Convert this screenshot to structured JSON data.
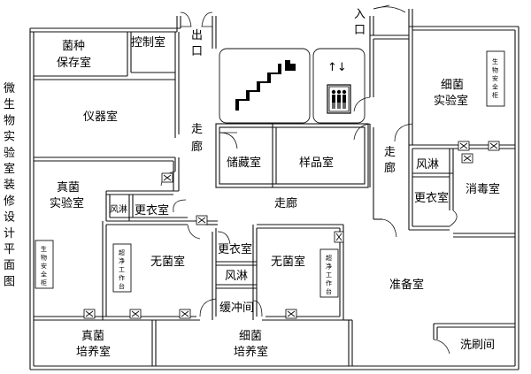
{
  "title": [
    "微",
    "生",
    "物",
    "实",
    "验",
    "室",
    "装",
    "修",
    "设",
    "计",
    "平",
    "面",
    "图"
  ],
  "rooms": {
    "strain_storage": [
      "菌种",
      "保存室"
    ],
    "control_room": "控制室",
    "exit": [
      "出",
      "口"
    ],
    "entrance": [
      "入",
      "口"
    ],
    "instrument_room": "仪器室",
    "corridor_vertical": [
      "走",
      "廊"
    ],
    "storage_room": "储藏室",
    "sample_room": "样品室",
    "corridor_right": [
      "走",
      "廊"
    ],
    "bacteria_lab": [
      "细菌",
      "实验室"
    ],
    "air_shower_right": "风淋",
    "changing_right": [
      "更衣室"
    ],
    "disinfection_room": "消毒室",
    "fungi_lab": [
      "真菌",
      "实验室"
    ],
    "air_shower_left": "风淋",
    "changing_left": "更衣室",
    "corridor_main": "走廊",
    "sterile_left": "无菌室",
    "changing_center": "更衣室",
    "air_shower_center": "风淋",
    "buffer_room": "缓冲间",
    "sterile_right": "无菌室",
    "prep_room": "准备室",
    "fungi_culture": [
      "真菌",
      "培养室"
    ],
    "bacteria_culture": [
      "细菌",
      "培养室"
    ],
    "wash_room": "洗刷间"
  },
  "equipment": {
    "biosafety_cabinet": [
      "生",
      "物",
      "安",
      "全",
      "柜"
    ],
    "clean_bench": [
      "超",
      "净",
      "工",
      "作",
      "台"
    ]
  },
  "icons": {
    "stairs": "stairs-icon",
    "elevator": "elevator-icon",
    "elevator_arrows": "↑↓"
  }
}
